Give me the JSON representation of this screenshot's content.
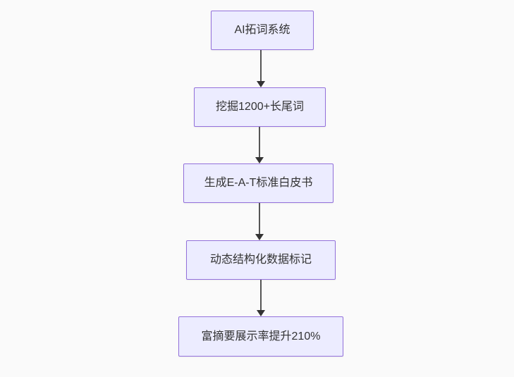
{
  "diagram": {
    "type": "flowchart",
    "direction": "top-down",
    "nodes": [
      {
        "id": "n1",
        "label": "AI拓词系统"
      },
      {
        "id": "n2",
        "label": "挖掘1200+长尾词"
      },
      {
        "id": "n3",
        "label": "生成E-A-T标准白皮书"
      },
      {
        "id": "n4",
        "label": "动态结构化数据标记"
      },
      {
        "id": "n5",
        "label": "富摘要展示率提升210%"
      }
    ],
    "edges": [
      {
        "from": "n1",
        "to": "n2",
        "style": "arrow"
      },
      {
        "from": "n2",
        "to": "n3",
        "style": "arrow"
      },
      {
        "from": "n3",
        "to": "n4",
        "style": "arrow"
      },
      {
        "from": "n4",
        "to": "n5",
        "style": "arrow"
      }
    ]
  },
  "colors": {
    "canvas_bg": "#fafafa",
    "node_fill": "#ececff",
    "node_border": "#9370db",
    "node_text": "#333333",
    "edge_line": "#555555",
    "edge_arrowhead": "#333333"
  }
}
